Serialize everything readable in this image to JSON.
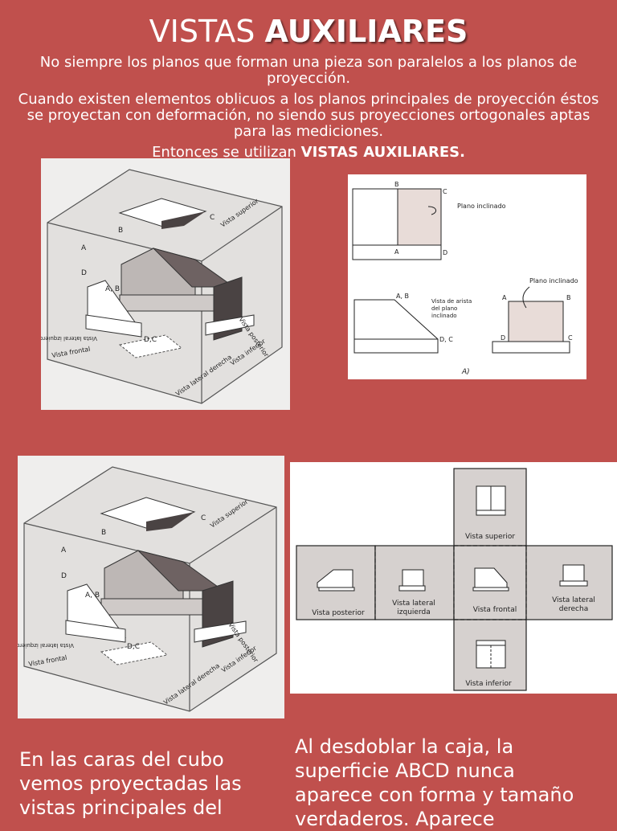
{
  "title": {
    "light": "VISTAS",
    "bold": "AUXILIARES"
  },
  "intro": {
    "p1": "No siempre los planos que forman una pieza son paralelos a los planos de proyección.",
    "p2": "Cuando existen elementos oblicuos a los planos principales de proyección éstos se proyectan con deformación, no siendo sus proyecciones ortogonales aptas para las mediciones.",
    "p3_prefix": "Entonces se utilizan ",
    "p3_bold": "VISTAS AUXILIARES."
  },
  "figure_cube_top": {
    "labels": {
      "vista_superior": "Vista superior",
      "vista_posterior": "Vista posterior",
      "vista_inferior": "Vista inferior",
      "vista_frontal": "Vista frontal",
      "vista_lateral_derecha": "Vista lateral derecha",
      "vista_lateral_izquierda": "Vista lateral izquierda",
      "a": "A",
      "b": "B",
      "c": "C",
      "d": "D",
      "ab": "A, B",
      "dc": "D,C"
    }
  },
  "figure_views": {
    "labels": {
      "plano_inclinado_1": "Plano inclinado",
      "plano_inclinado_2": "Plano inclinado",
      "vista_arista_1": "Vista de arista",
      "vista_arista_2": "del plano",
      "vista_arista_3": "inclinado",
      "a": "A",
      "b": "B",
      "c": "C",
      "d": "D",
      "ab": "A, B",
      "dc": "D, C",
      "fig": "A)"
    }
  },
  "figure_cube_bottom": {
    "labels": {
      "vista_superior": "Vista superior",
      "vista_posterior": "Vista posterior",
      "vista_inferior": "Vista inferior",
      "vista_frontal": "Vista frontal",
      "vista_lateral_derecha": "Vista lateral derecha",
      "vista_lateral_izquierda": "Vista lateral izquierda",
      "a": "A",
      "b": "B",
      "c": "C",
      "d": "D",
      "ab": "A, B",
      "dc": "D,C"
    }
  },
  "figure_unfolded": {
    "labels": {
      "vista_superior": "Vista superior",
      "vista_posterior": "Vista posterior",
      "vista_lateral_izquierda_1": "Vista lateral",
      "vista_lateral_izquierda_2": "izquierda",
      "vista_frontal": "Vista frontal",
      "vista_lateral_derecha_1": "Vista lateral",
      "vista_lateral_derecha_2": "derecha",
      "vista_inferior": "Vista inferior"
    }
  },
  "bottom_left": {
    "line1": "En las caras del cubo",
    "line2": "vemos proyectadas las",
    "line3": "vistas principales del"
  },
  "bottom_right": {
    "line1": "Al desdoblar la caja, la",
    "line2": "superficie ABCD nunca",
    "line3": "aparece con forma y tamaño",
    "line4": "verdaderos. Aparece"
  }
}
